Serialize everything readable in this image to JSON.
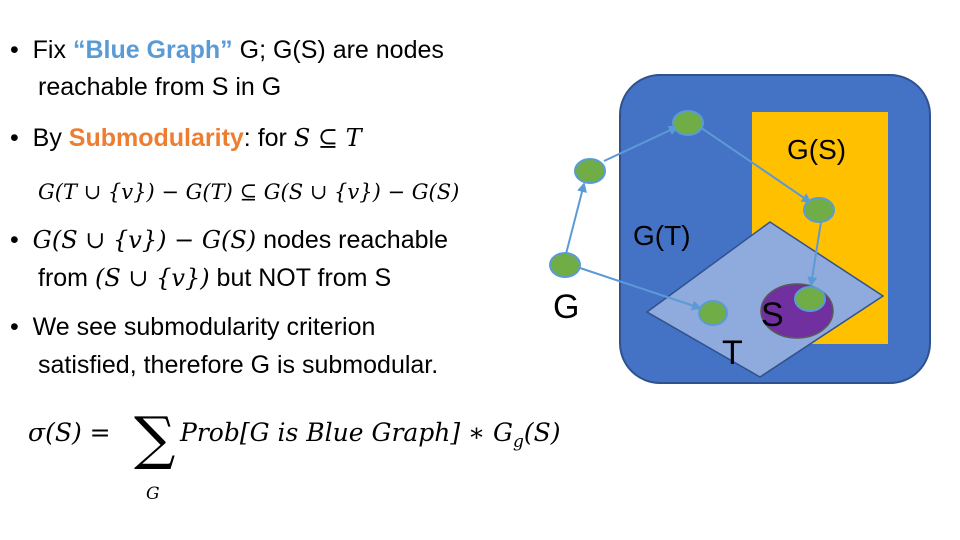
{
  "bullets": {
    "b1_prefix": "Fix ",
    "b1_highlight": "“Blue Graph”",
    "b1_rest": " G; G(S) are nodes",
    "b1_line2": "reachable from S in G",
    "b2_prefix": "By ",
    "b2_highlight": "Submodularity",
    "b2_rest": ": for ",
    "b2_math": "S ⊆ T",
    "b2_formula": "G(T ∪ {v}) − G(T) ⊆ G(S ∪ {v}) − G(S)",
    "b3_math": "G(S ∪ {v}) − G(S)",
    "b3_rest": " nodes reachable",
    "b3_line2_prefix": "from ",
    "b3_line2_math": "(S ∪ {v})",
    "b3_line2_rest": " but NOT from S",
    "b4_line1": "We see submodularity criterion",
    "b4_line2": "satisfied, therefore G is submodular."
  },
  "formula": {
    "lhs": "σ(S) =",
    "sigma": "∑",
    "sum_sub": "G",
    "rhs": "Prob[G is Blue Graph] ∗ G",
    "rhs_sub": "g",
    "rhs_end": "(S)"
  },
  "diagram": {
    "label_gs": "G(S)",
    "label_gt": "G(T)",
    "label_g": "G",
    "label_t": "T",
    "label_s": "S"
  },
  "colors": {
    "blue_box": "#4472c4",
    "yellow_region": "#ffc000",
    "light_diamond": "#8faadc",
    "purple_s": "#7030a0",
    "node_green": "#70ad47",
    "edge_blue": "#5b9bd5"
  }
}
